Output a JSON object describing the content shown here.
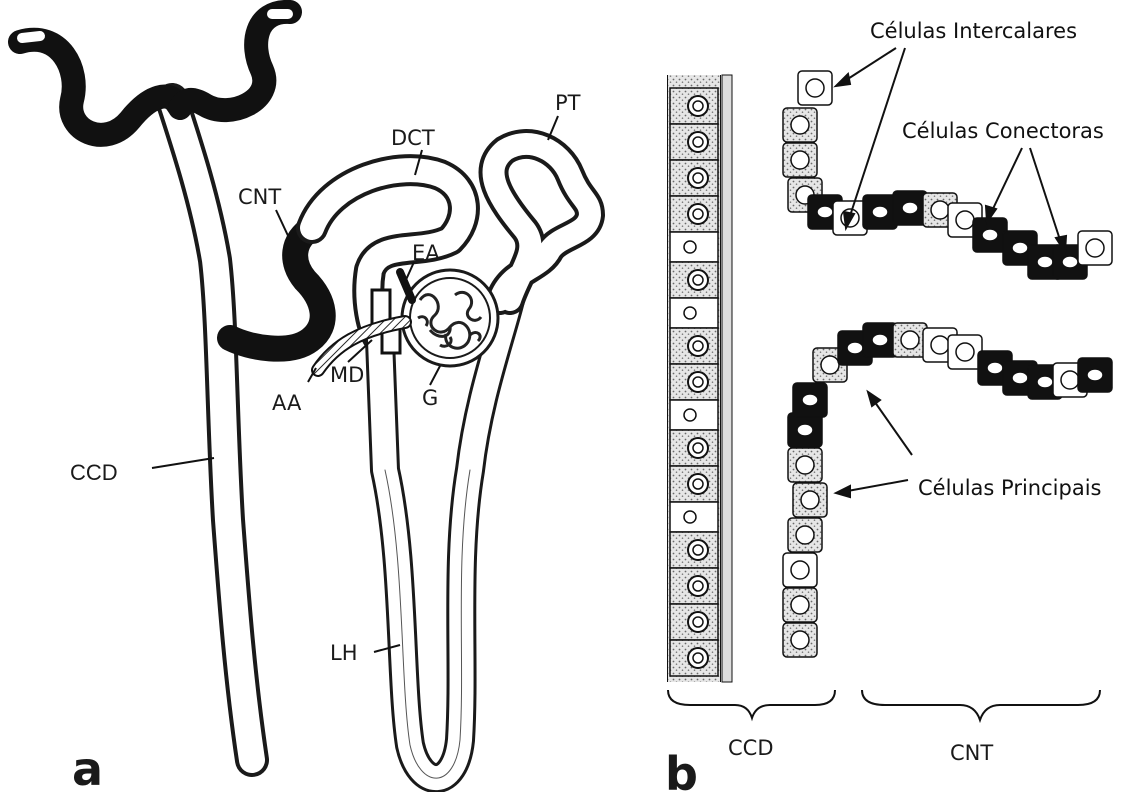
{
  "panel_a": {
    "panel_letter": "a",
    "labels": {
      "dct": "DCT",
      "pt": "PT",
      "cnt": "CNT",
      "ea": "EA",
      "md": "MD",
      "aa": "AA",
      "g": "G",
      "ccd": "CCD",
      "lh": "LH"
    }
  },
  "panel_b": {
    "panel_letter": "b",
    "bracket_labels": {
      "ccd": "CCD",
      "cnt": "CNT"
    },
    "annotations": {
      "intercalares": "Células Intercalares",
      "conectoras": "Células Conectoras",
      "principais": "Células Principais"
    }
  },
  "colors": {
    "ink": "#1a1a1a",
    "stipple": "#cfcfcf",
    "paper": "#ffffff"
  }
}
